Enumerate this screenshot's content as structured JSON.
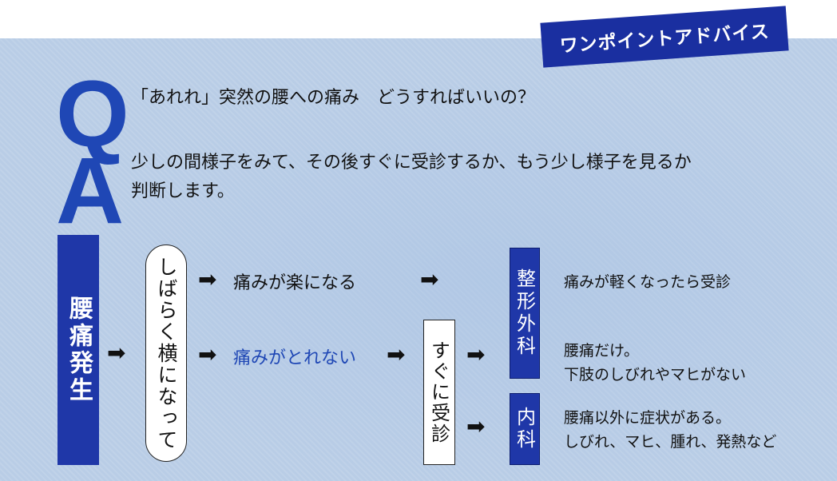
{
  "badge": {
    "label": "ワンポイントアドバイス"
  },
  "q": {
    "letter": "Q",
    "text": "「あれれ」突然の腰への痛み　どうすればいいの？"
  },
  "a": {
    "letter": "A",
    "line1": "少しの間様子をみて、その後すぐに受診するか、もう少し様子を見るか",
    "line2": "判断します。"
  },
  "flow": {
    "onset": "腰痛発生",
    "lying": "しばらく横になって",
    "eased": "痛みが楽になる",
    "not_gone": "痛みがとれない",
    "soon": "すぐに受診",
    "orthopedics": "整形外科",
    "internal": "内科",
    "arrow": "➡"
  },
  "notes": {
    "eased_note": "痛みが軽くなったら受診",
    "back_only_1": "腰痛だけ。",
    "back_only_2": "下肢のしびれやマヒがない",
    "other_1": "腰痛以外に症状がある。",
    "other_2": "しびれ、マヒ、腫れ、発熱など"
  },
  "colors": {
    "accent_blue": "#1f37a8",
    "letter_blue": "#1f47b5",
    "panel_bg": "#b9cde6"
  }
}
